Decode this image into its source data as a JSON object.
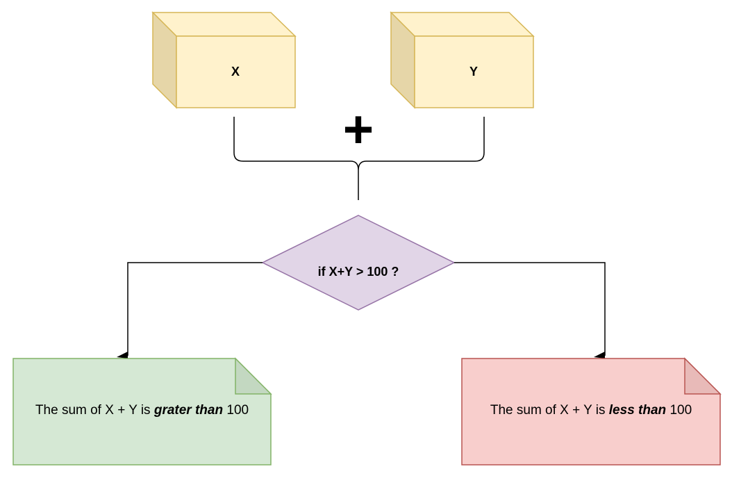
{
  "boxes": {
    "x_label": "X",
    "y_label": "Y"
  },
  "operator": "+",
  "decision": {
    "label": "if X+Y > 100 ?"
  },
  "notes": {
    "greater": {
      "prefix": "The sum of X + Y is ",
      "emphasis": "grater than",
      "suffix": " 100"
    },
    "less": {
      "prefix": "The sum of X + Y is ",
      "emphasis": "less than",
      "suffix": " 100"
    }
  },
  "colors": {
    "box_fill": "#fff2cc",
    "box_side": "#e6d6a8",
    "box_stroke": "#d6b656",
    "diamond_fill": "#e1d5e7",
    "diamond_stroke": "#9673a6",
    "green_fill": "#d5e8d4",
    "green_stroke": "#82b366",
    "red_fill": "#f8cecc",
    "red_stroke": "#b85450",
    "line": "#000000"
  }
}
